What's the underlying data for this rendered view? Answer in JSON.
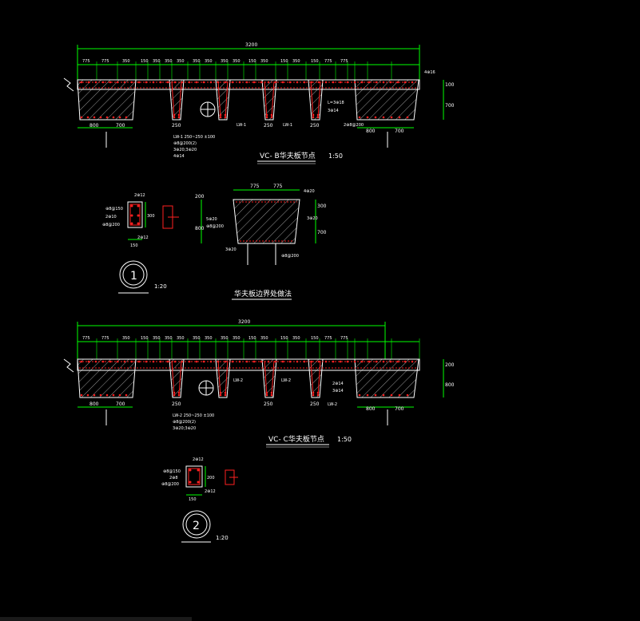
{
  "colors": {
    "background": "#000000",
    "dimension": "#00ff00",
    "concrete": "#ffffff",
    "rebar": "#ff2020",
    "text": "#ffffff",
    "hatch": "#ffffff"
  },
  "section1": {
    "title": "VC- B华夫板节点",
    "scale": "1:50",
    "total_dim": "3200",
    "dims": [
      "775",
      "775",
      "350",
      "150",
      "350",
      "350",
      "350",
      "350",
      "350",
      "350",
      "350",
      "150",
      "350",
      "150",
      "350",
      "150",
      "775",
      "775"
    ],
    "bottom_dims": [
      "800",
      "700",
      "250",
      "250",
      "250",
      "800",
      "700"
    ],
    "right_dims": [
      "100",
      "700"
    ],
    "callouts": [
      "LW-1  250~250 ±100",
      "⊕8@200(2)",
      "3⊕20;3⊕20",
      "4⊕14",
      "L=3⊕18",
      "3⊕14",
      "2⊕8@200",
      "LW-1",
      "LW-1",
      "4⊕16"
    ]
  },
  "detail1": {
    "number": "1",
    "scale": "1:20",
    "labels": [
      "2⊕12",
      "⊕8@150",
      "2⊕10",
      "⊕8@200",
      "2⊕12",
      "150",
      "300"
    ]
  },
  "edge_section": {
    "title": "华夫板边界处做法",
    "top_dims": [
      "775",
      "775"
    ],
    "left_dims": [
      "200",
      "800"
    ],
    "right_dims": [
      "300",
      "700"
    ],
    "labels": [
      "4⊕20",
      "5⊕20",
      "⊕8@200",
      "3⊕20",
      "3⊕20",
      "⊕8@200"
    ]
  },
  "section2": {
    "title": "VC- C华夫板节点",
    "scale": "1:50",
    "total_dim": "3200",
    "dims": [
      "775",
      "775",
      "350",
      "150",
      "350",
      "350",
      "350",
      "350",
      "350",
      "350",
      "350",
      "150",
      "350",
      "150",
      "350",
      "150",
      "775",
      "775"
    ],
    "bottom_dims": [
      "800",
      "700",
      "250",
      "250",
      "250",
      "800",
      "700"
    ],
    "right_dims": [
      "200",
      "800"
    ],
    "callouts": [
      "LW-2  250~250 ±100",
      "⊕8@200(2)",
      "3⊕20;3⊕20",
      "LW-2",
      "LW-2",
      "LW-2",
      "2⊕14",
      "3⊕14"
    ]
  },
  "detail2": {
    "number": "2",
    "scale": "1:20",
    "labels": [
      "2⊕12",
      "⊕8@150",
      "2⊕8",
      "⊕8@200",
      "2⊕12",
      "150",
      "200"
    ]
  }
}
